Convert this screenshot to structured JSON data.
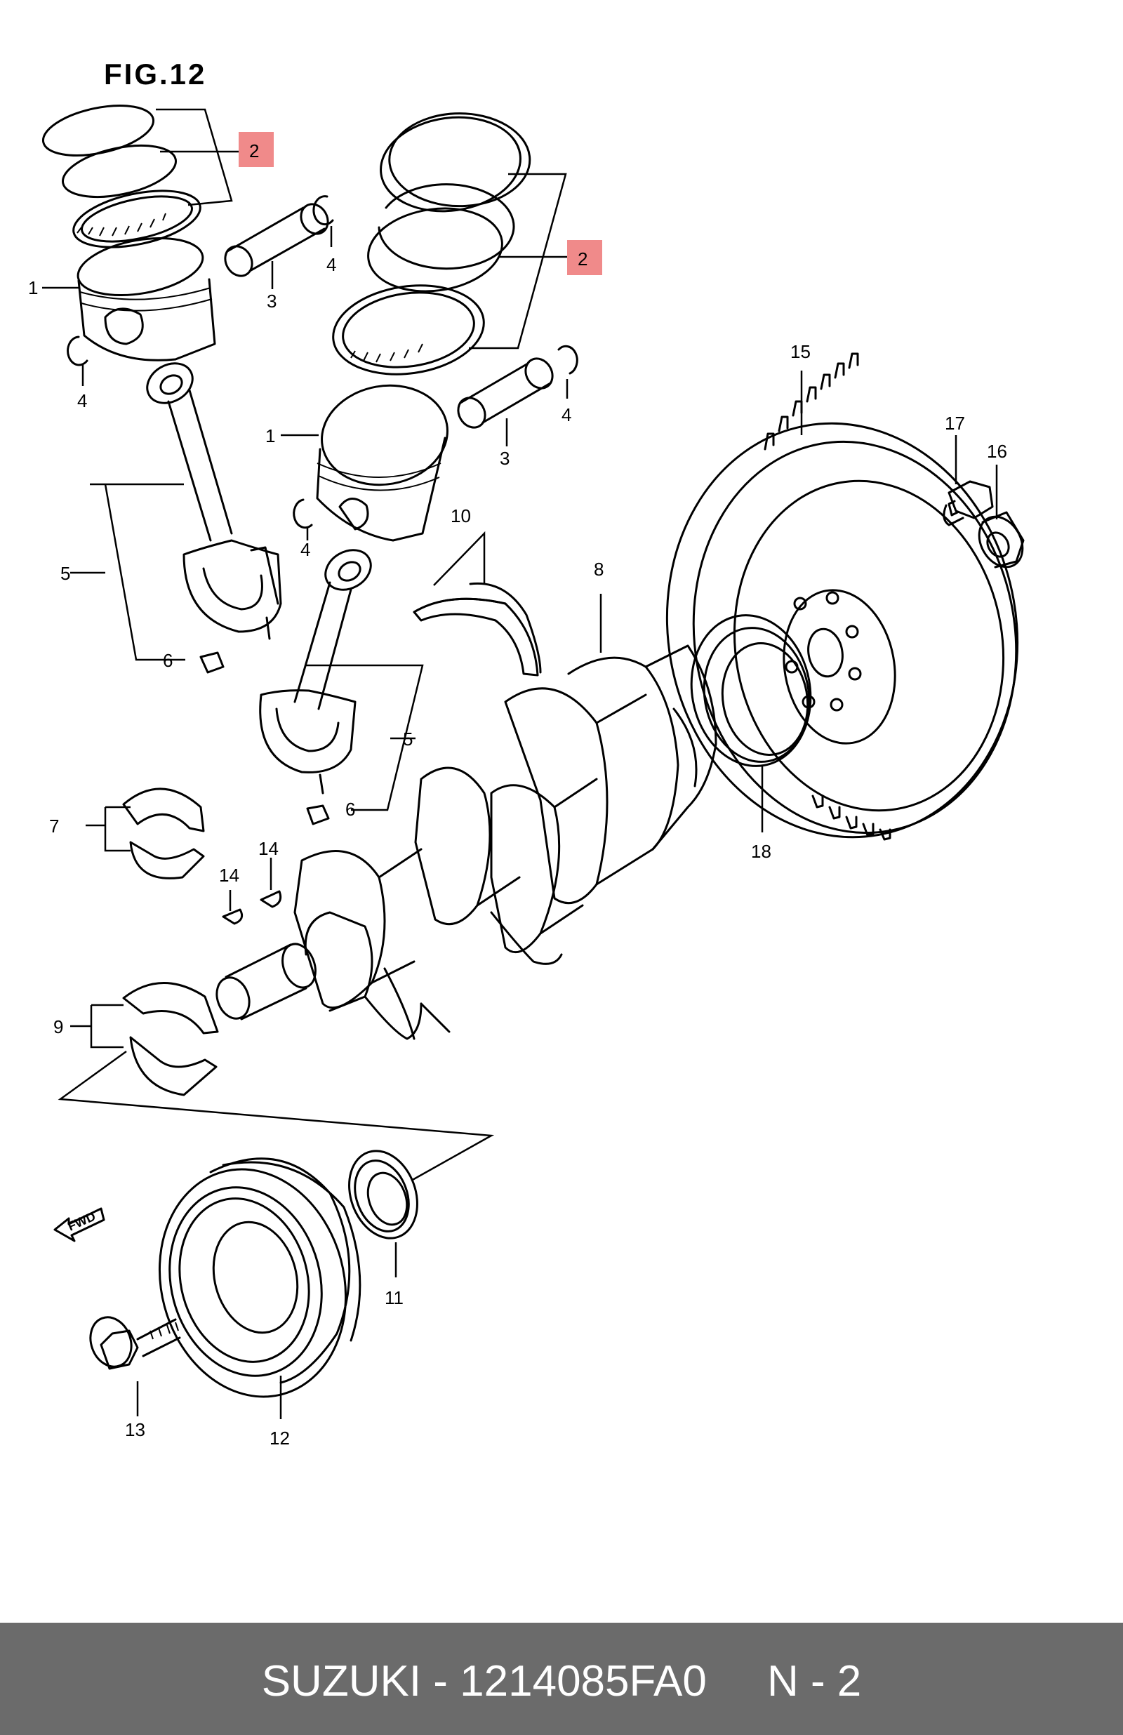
{
  "figure": {
    "title": "FIG.12",
    "fwd_label": "FWD",
    "highlight_color": "#f08a8a",
    "callouts": {
      "c1a": "1",
      "c1b": "1",
      "c2a": "2",
      "c2b": "2",
      "c3a": "3",
      "c3b": "3",
      "c4a": "4",
      "c4b": "4",
      "c4c": "4",
      "c4d": "4",
      "c5a": "5",
      "c5b": "5",
      "c6a": "6",
      "c6b": "6",
      "c7": "7",
      "c8": "8",
      "c9": "9",
      "c10": "10",
      "c11": "11",
      "c12": "12",
      "c13": "13",
      "c14a": "14",
      "c14b": "14",
      "c15": "15",
      "c16": "16",
      "c17": "17",
      "c18": "18"
    }
  },
  "footer": {
    "text": "SUZUKI - 1214085FA0     N - 2",
    "background": "#6b6b6b"
  }
}
